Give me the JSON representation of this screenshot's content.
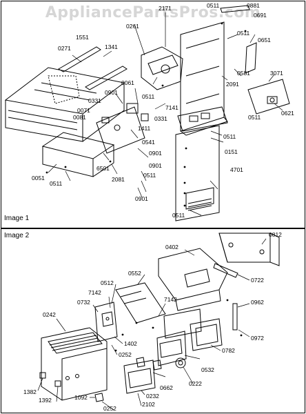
{
  "watermark": "AppliancePartsPros.com",
  "panels": [
    {
      "title": "Image 1"
    },
    {
      "title": "Image 2"
    }
  ],
  "labels_image1": [
    "0511",
    "0881",
    "2171",
    "0691",
    "0261",
    "0511",
    "0651",
    "1551",
    "1341",
    "0271",
    "0581",
    "3071",
    "2091",
    "0061",
    "0511",
    "0901",
    "0331",
    "7141",
    "0071",
    "0621",
    "0081",
    "0331",
    "1411",
    "0511",
    "0511",
    "0541",
    "0151",
    "0901",
    "6501",
    "0901",
    "4701",
    "0051",
    "0511",
    "2081",
    "0511",
    "0901",
    "0511"
  ],
  "labels_image2": [
    "0812",
    "0402",
    "0722",
    "0552",
    "0512",
    "7142",
    "0732",
    "7142",
    "0962",
    "0242",
    "1402",
    "0252",
    "0782",
    "0972",
    "0532",
    "0662",
    "0222",
    "1382",
    "1392",
    "0232",
    "1092",
    "0252",
    "2102"
  ]
}
